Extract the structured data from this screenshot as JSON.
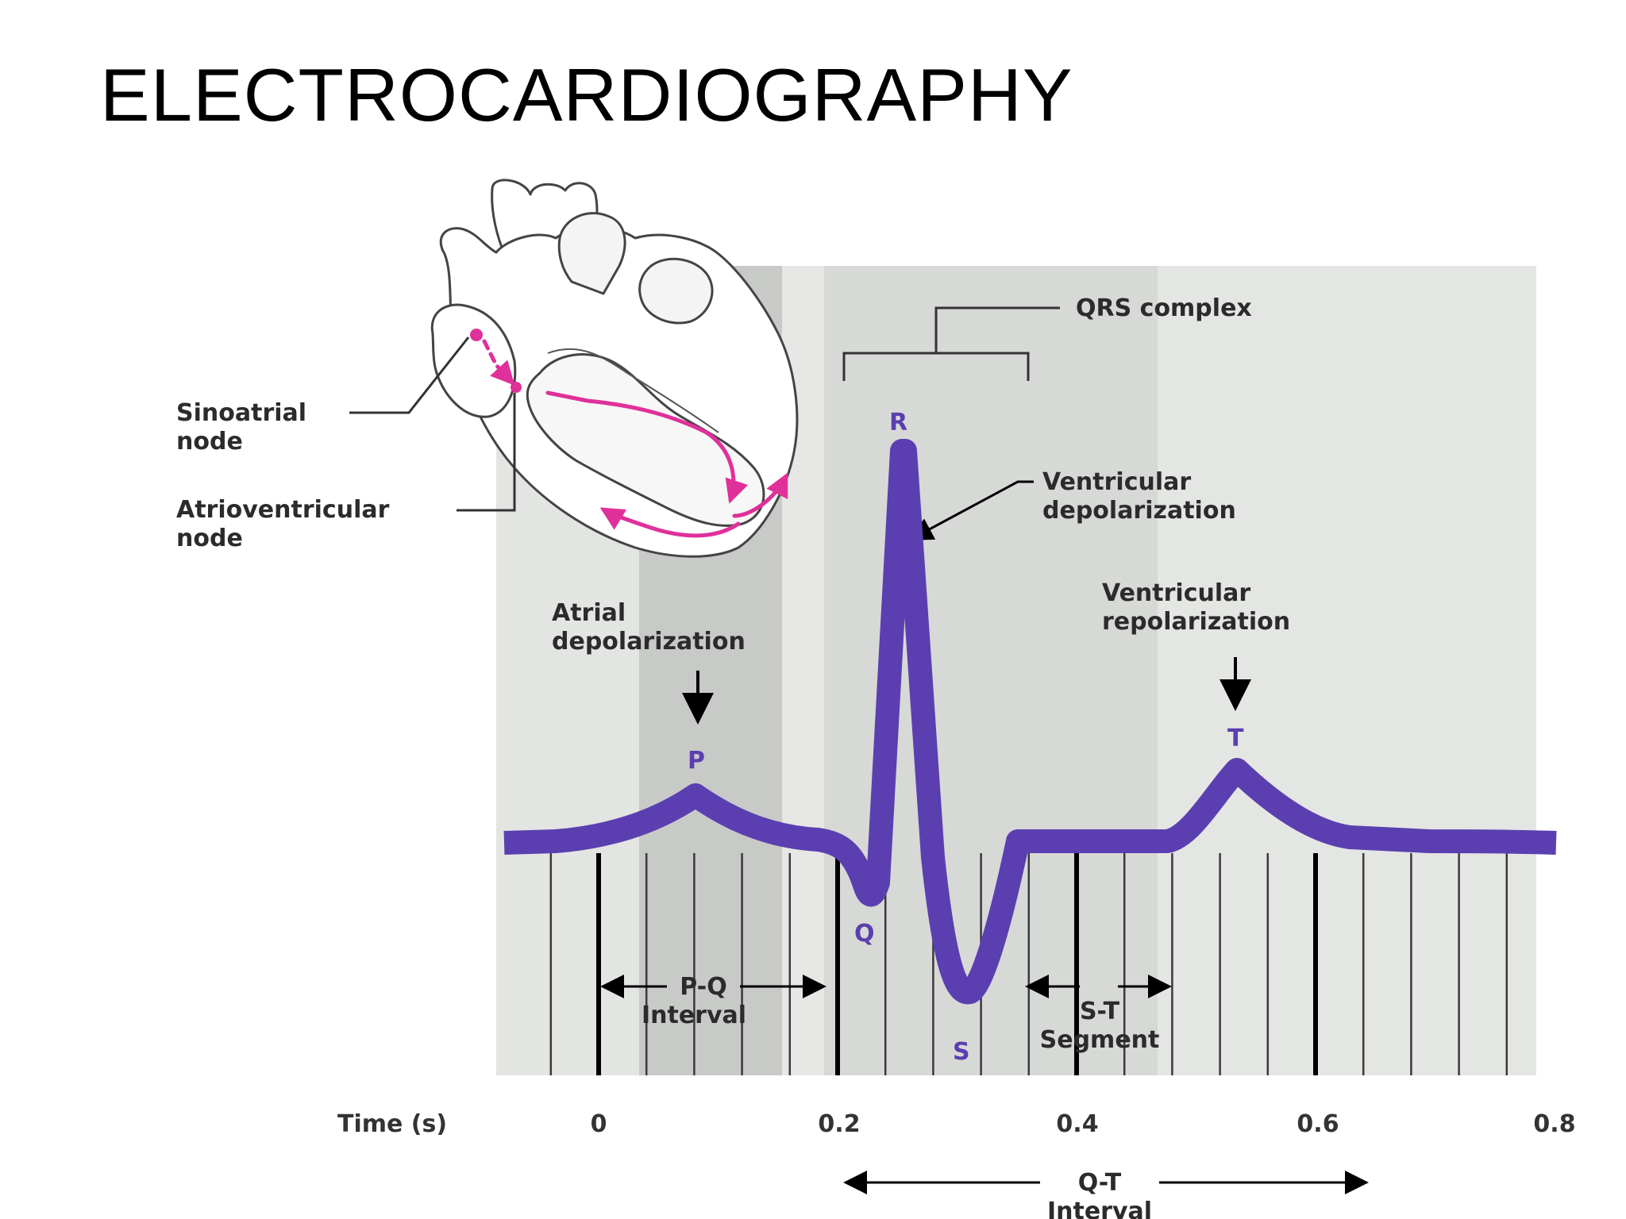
{
  "title": "ELECTROCARDIOGRAPHY",
  "colors": {
    "trace": "#5b3fb0",
    "conduction": "#e0309a",
    "band_light": "#e3e5e2",
    "band_mid": "#d6d8d5",
    "band_dark": "#c6c8c6"
  },
  "heart": {
    "sa_node_label": [
      "Sinoatrial",
      "node"
    ],
    "av_node_label": [
      "Atrioventricular",
      "node"
    ]
  },
  "annotations": {
    "qrs_complex": "QRS complex",
    "ventricular_depolarization": [
      "Ventricular",
      "depolarization"
    ],
    "atrial_depolarization": [
      "Atrial",
      "depolarization"
    ],
    "ventricular_repolarization": [
      "Ventricular",
      "repolarization"
    ],
    "pq_interval": [
      "P-Q",
      "Interval"
    ],
    "st_segment": [
      "S-T",
      "Segment"
    ],
    "qt_interval": [
      "Q-T",
      "Interval"
    ]
  },
  "waves": {
    "p": "P",
    "q": "Q",
    "r": "R",
    "s": "S",
    "t": "T"
  },
  "axis": {
    "label": "Time (s)",
    "ticks": [
      "0",
      "0.2",
      "0.4",
      "0.6",
      "0.8"
    ]
  }
}
